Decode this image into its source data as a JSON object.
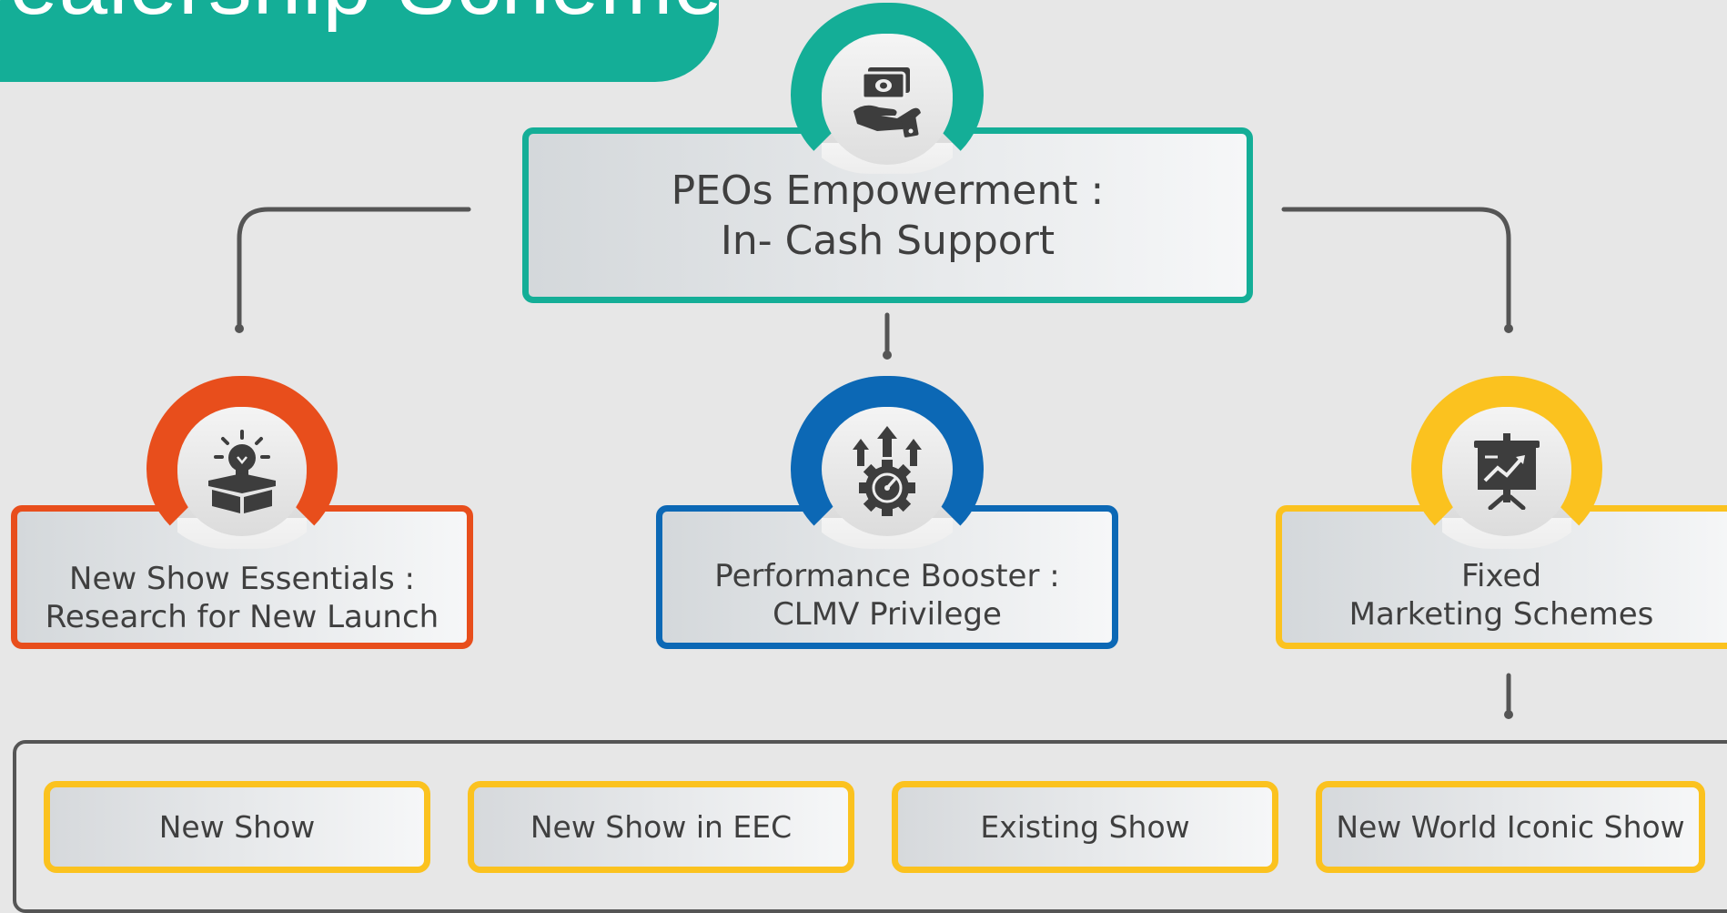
{
  "banner": {
    "title": "Dealership Schemes"
  },
  "colors": {
    "teal": "#14ae97",
    "orange": "#e84e1c",
    "blue": "#0c68b5",
    "yellow": "#fbc21f",
    "connector": "#555555"
  },
  "top": {
    "icon": "cash-in-hand-icon",
    "line1": "PEOs Empowerment :",
    "line2": "In- Cash Support"
  },
  "branches": [
    {
      "icon": "lightbulb-box-icon",
      "line1": "New Show Essentials :",
      "line2": "Research for New Launch"
    },
    {
      "icon": "gear-gauge-arrows-icon",
      "line1": "Performance Booster :",
      "line2": "CLMV Privilege"
    },
    {
      "icon": "presentation-chart-icon",
      "line1": "Fixed",
      "line2": "Marketing Schemes"
    }
  ],
  "sub_schemes": [
    "New Show",
    "New Show in EEC",
    "Existing Show",
    "New World Iconic Show"
  ]
}
